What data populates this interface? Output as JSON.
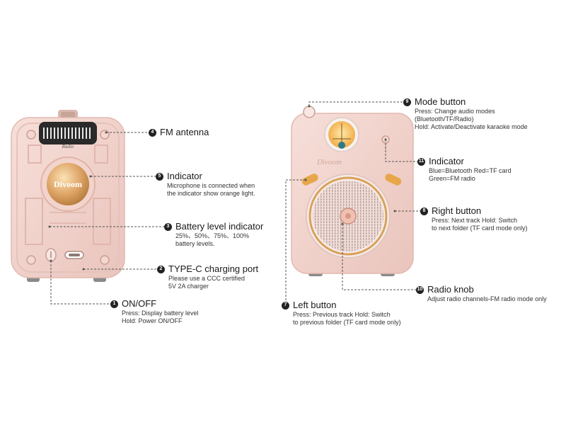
{
  "callouts": [
    {
      "num": "4",
      "title": "FM antenna",
      "lines": []
    },
    {
      "num": "5",
      "title": "Indicator",
      "lines": [
        "Microphone is connected when",
        "the indicator show orange light."
      ]
    },
    {
      "num": "3",
      "title": "Battery level indicator",
      "lines": [
        "25%、50%、75%、100%",
        "battery levels."
      ]
    },
    {
      "num": "2",
      "title": "TYPE-C charging port",
      "lines": [
        "Please use a CCC certified",
        "5V    2A charger"
      ]
    },
    {
      "num": "1",
      "title": "ON/OFF",
      "lines": [
        "Press:  Display battery level",
        "Hold:   Power ON/OFF"
      ]
    },
    {
      "num": "9",
      "title": "Mode button",
      "lines": [
        "Press:  Change audio modes",
        "(Bluetooth/TF/Radio)",
        "Hold:  Activate/Deactivate karaoke mode"
      ]
    },
    {
      "num": "11",
      "title": "Indicator",
      "lines": [
        "Blue=Bluetooth  Red=TF card",
        "Green=FM radio"
      ]
    },
    {
      "num": "8",
      "title": "Right button",
      "lines": [
        "Press:  Next track        Hold: Switch",
        "to next folder (TF card mode only)"
      ]
    },
    {
      "num": "10",
      "title": "Radio knob",
      "lines": [
        "Adjust radio channels-FM radio mode only"
      ]
    },
    {
      "num": "7",
      "title": "Left button",
      "lines": [
        "Press:  Previous track      Hold: Switch",
        "to previous folder (TF card mode only)"
      ]
    }
  ],
  "device": {
    "brand": "Divoom",
    "antenna_label": "Radio",
    "body_color": "#f2d2cc",
    "accent_color": "#e8b9a8",
    "gold_color": "#d9a15a"
  }
}
